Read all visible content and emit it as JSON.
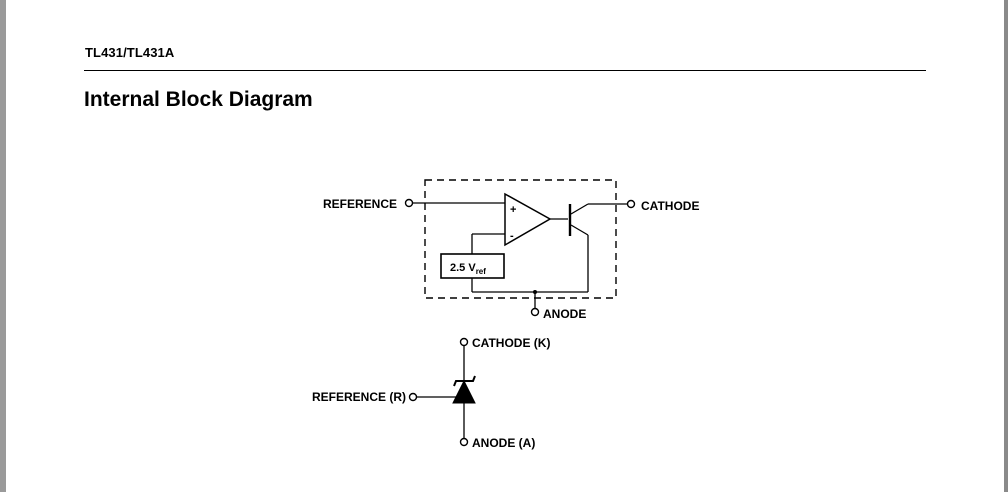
{
  "header": {
    "part_number": "TL431/TL431A"
  },
  "section": {
    "title": "Internal Block Diagram"
  },
  "block_diagram": {
    "reference_label": "REFERENCE",
    "cathode_label": "CATHODE",
    "anode_label": "ANODE",
    "plus_sign": "+",
    "minus_sign": "-",
    "vref_value": "2.5 V",
    "vref_subscript": "ref"
  },
  "symbol_diagram": {
    "cathode_label": "CATHODE (K)",
    "reference_label": "REFERENCE (R)",
    "anode_label": "ANODE (A)"
  }
}
